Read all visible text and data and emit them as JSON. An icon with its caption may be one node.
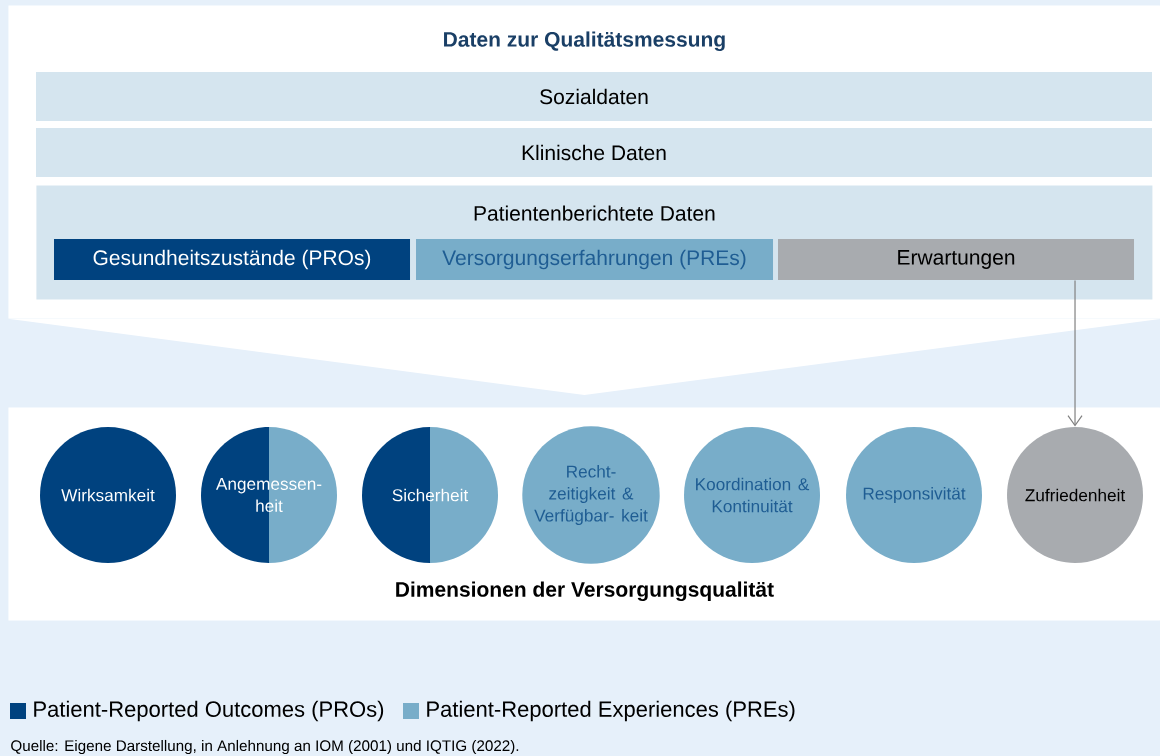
{
  "diagram": {
    "caption": "Quelle: Eigene Darstellung, in Anlehnung an IOM (2001) und IQTIG (2022).",
    "nodes": [
      {
        "text": [
          "Daten zur Qualitätsmessung"
        ]
      },
      {
        "text": [
          "Sozialdaten"
        ],
        "in": 0
      },
      {
        "text": [
          "Klinische Daten"
        ],
        "in": 0
      },
      {
        "text": [
          "Patientenberichtete Daten"
        ],
        "in": 0
      },
      {
        "text": [
          "Gesundheitszustände (PROs)"
        ],
        "in": 3
      },
      {
        "text": [
          "Versorgungserfahrungen (PREs)"
        ],
        "in": 3
      },
      {
        "text": [
          "Erwartungen"
        ],
        "in": 3
      },
      {
        "text": [
          "Dimensionen der Versorgungsqualität"
        ]
      },
      {
        "text": [
          "Wirksamkeit"
        ],
        "in": 7
      },
      {
        "text": [
          "Angemessen- heit"
        ],
        "in": 7
      },
      {
        "text": [
          "Sicherheit"
        ],
        "in": 7
      },
      {
        "text": [
          "Recht- zeitigkeit & Verfügbar- keit"
        ],
        "in": 7
      },
      {
        "text": [
          "Koordination & Kontinuität"
        ],
        "in": 7
      },
      {
        "text": [
          "Responsivität"
        ],
        "in": 7
      },
      {
        "text": [
          "Zufriedenheit"
        ],
        "in": 7
      }
    ],
    "edges": [
      {
        "from": 0,
        "to": 7,
        "arrow": "to",
        "color": "#ffffff"
      },
      {
        "from": 6,
        "to": 14,
        "arrow": "to"
      }
    ],
    "legend": [
      {
        "text": "Patient-Reported Outcomes (PROs)",
        "color": "#00427f"
      },
      {
        "text": "Patient-Reported Experiences (PREs)",
        "color": "#78adc9"
      }
    ]
  }
}
